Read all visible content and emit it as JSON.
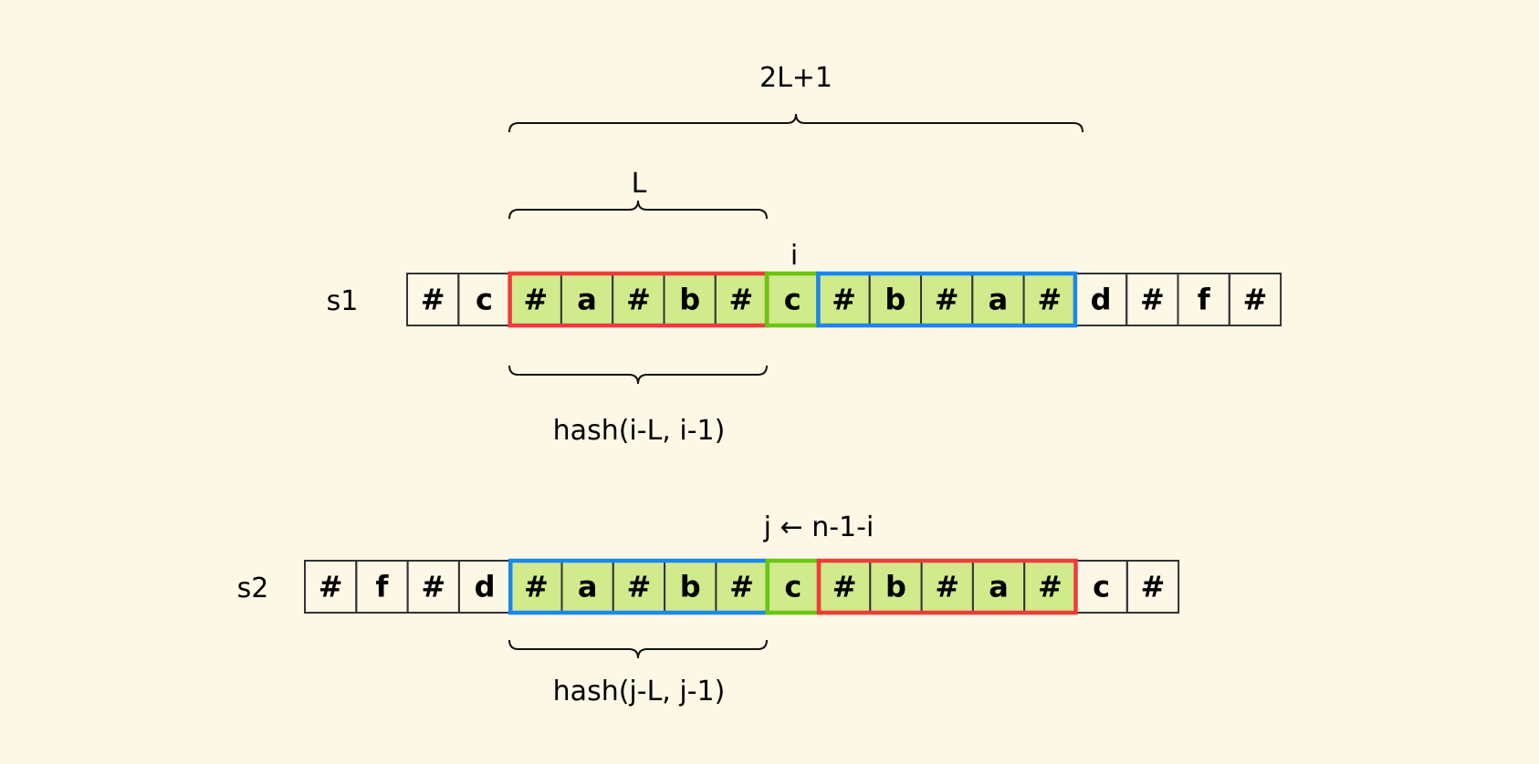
{
  "labels": {
    "total_span": "2L+1",
    "half_span": "L",
    "center_i": "i",
    "row1_name": "s1",
    "row1_hash": "hash(i-L, i-1)",
    "row2_name": "s2",
    "row2_hash": "hash(j-L, j-1)",
    "center_j": "j ← n-1-i"
  },
  "rows": [
    {
      "name": "s1",
      "cells": [
        "#",
        "c",
        "#",
        "a",
        "#",
        "b",
        "#",
        "c",
        "#",
        "b",
        "#",
        "a",
        "#",
        "d",
        "#",
        "f",
        "#"
      ],
      "groups": [
        {
          "start": 2,
          "end": 6,
          "color": "#f23a3a"
        },
        {
          "start": 7,
          "end": 7,
          "color": "#6cc413"
        },
        {
          "start": 8,
          "end": 12,
          "color": "#1a86f0"
        }
      ]
    },
    {
      "name": "s2",
      "cells": [
        "#",
        "f",
        "#",
        "d",
        "#",
        "a",
        "#",
        "b",
        "#",
        "c",
        "#",
        "b",
        "#",
        "a",
        "#",
        "c",
        "#"
      ],
      "groups": [
        {
          "start": 4,
          "end": 8,
          "color": "#1a86f0"
        },
        {
          "start": 9,
          "end": 9,
          "color": "#6cc413"
        },
        {
          "start": 10,
          "end": 14,
          "color": "#f23a3a"
        }
      ]
    }
  ],
  "colors": {
    "background": "#fdf8e6",
    "highlight_fill": "#d0ea8c"
  }
}
